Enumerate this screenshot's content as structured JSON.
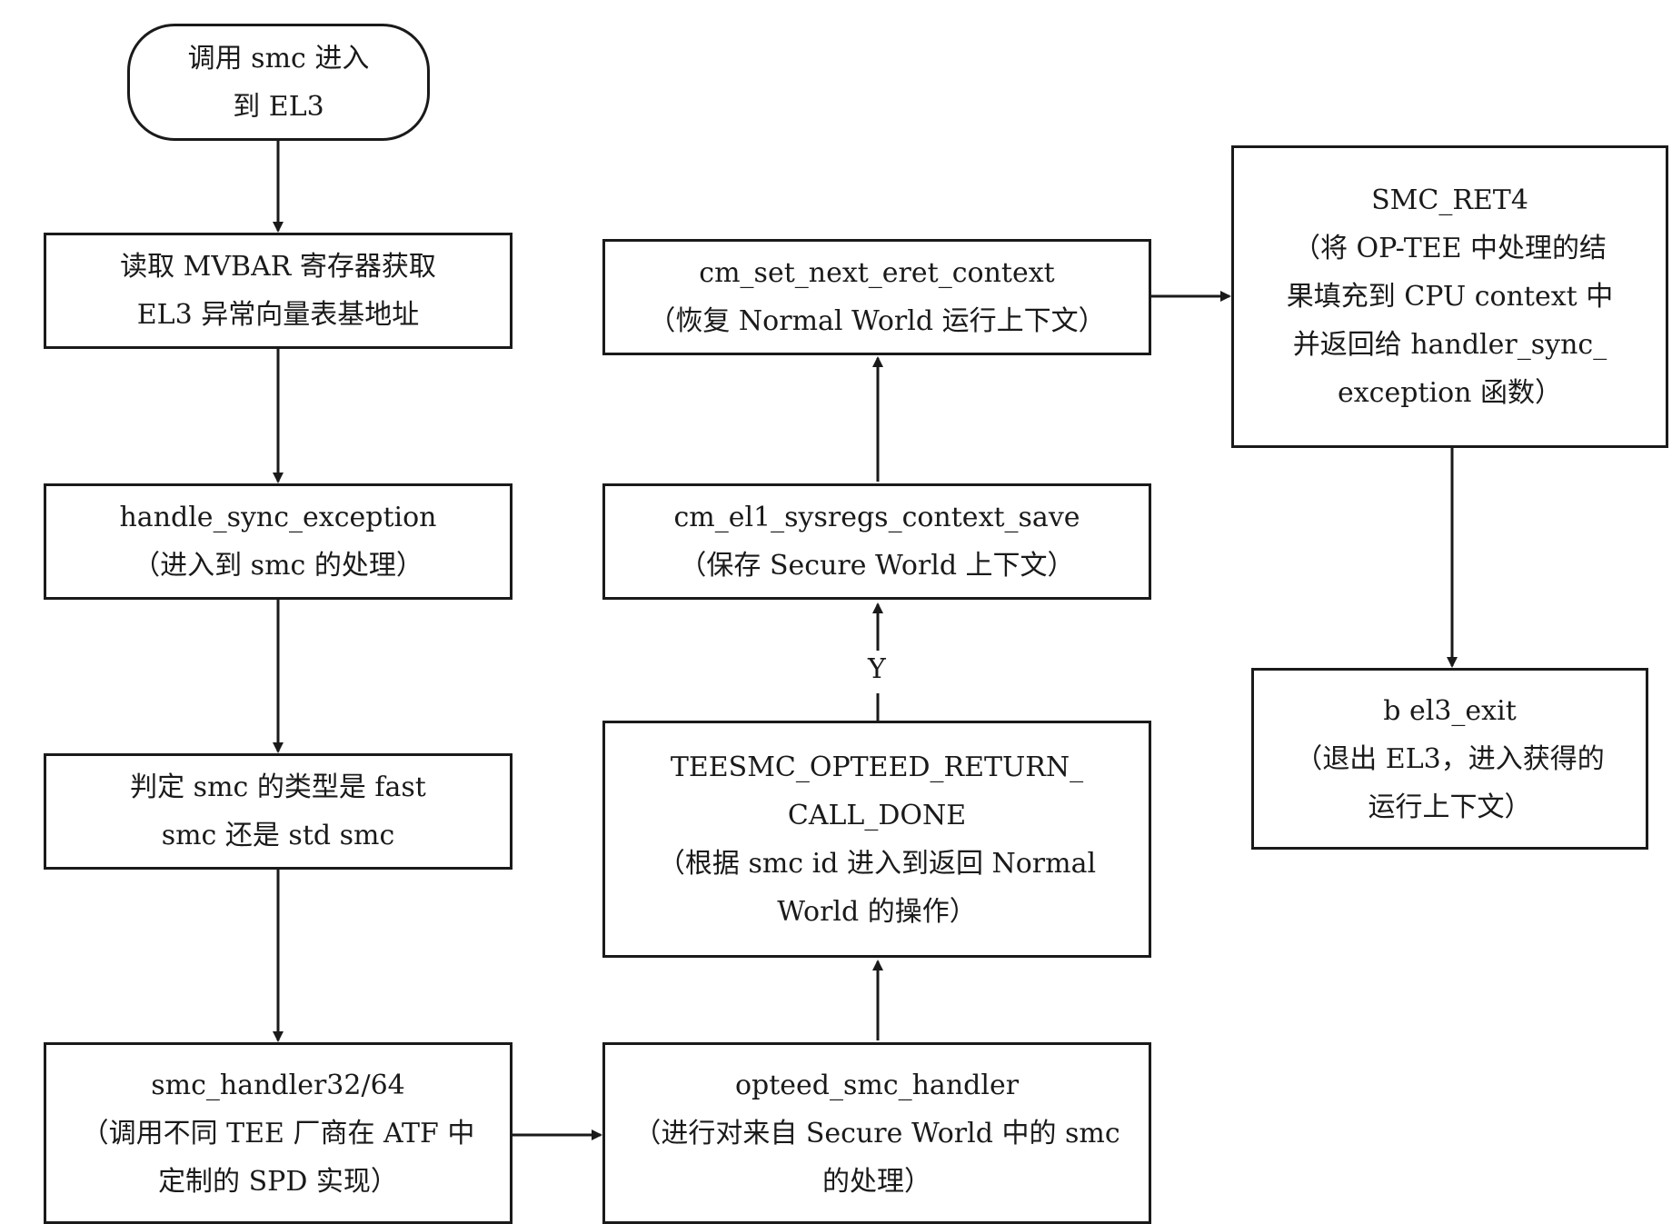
{
  "nodes": {
    "start": {
      "lines": [
        "调用 smc 进入",
        "到 EL3"
      ]
    },
    "read_mvbar": {
      "lines": [
        "读取 MVBAR 寄存器获取",
        "EL3 异常向量表基地址"
      ]
    },
    "handle_sync": {
      "lines": [
        "handle_sync_exception",
        "（进入到 smc 的处理）"
      ]
    },
    "judge_type": {
      "lines": [
        "判定 smc 的类型是 fast",
        "smc 还是 std smc"
      ]
    },
    "smc_handler": {
      "lines": [
        "smc_handler32/64",
        "（调用不同 TEE 厂商在 ATF 中",
        "定制的 SPD 实现）"
      ]
    },
    "opteed_handler": {
      "lines": [
        "opteed_smc_handler",
        "（进行对来自 Secure World 中的 smc",
        "的处理）"
      ]
    },
    "teesmc_return": {
      "lines": [
        "TEESMC_OPTEED_RETURN_",
        "CALL_DONE",
        "（根据 smc id 进入到返回 Normal",
        "World 的操作）"
      ]
    },
    "context_save": {
      "lines": [
        "cm_el1_sysregs_context_save",
        "（保存 Secure World 上下文）"
      ]
    },
    "set_next_eret": {
      "lines": [
        "cm_set_next_eret_context",
        "（恢复 Normal World 运行上下文）"
      ]
    },
    "smc_ret4": {
      "lines": [
        "SMC_RET4",
        "（将 OP-TEE 中处理的结",
        "果填充到 CPU context 中",
        "并返回给 handler_sync_",
        "exception 函数）"
      ]
    },
    "el3_exit": {
      "lines": [
        "b  el3_exit",
        "（退出 EL3，进入获得的",
        "运行上下文）"
      ]
    }
  },
  "edge_labels": {
    "yes": "Y"
  }
}
